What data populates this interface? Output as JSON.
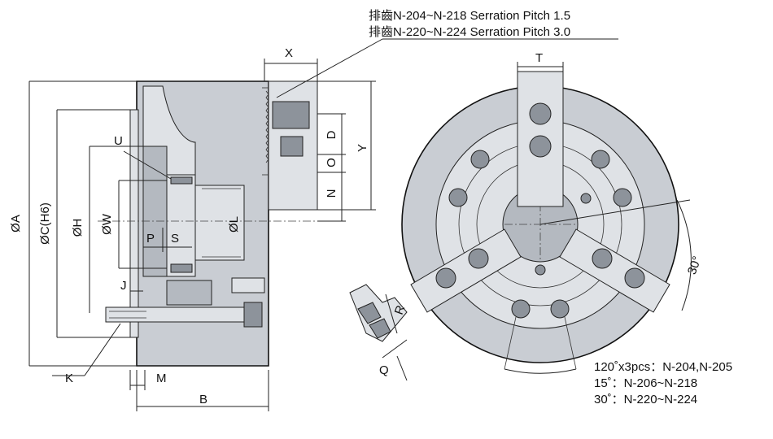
{
  "notes": {
    "serration_line1": "排齒N-204~N-218 Serration Pitch 1.5",
    "serration_line2": "排齒N-220~N-224 Serration Pitch 3.0",
    "bolt_line1": "120˚x3pcs：N-204,N-205",
    "bolt_line2": "15˚：N-206~N-218",
    "bolt_line3": "30˚：N-220~N-224"
  },
  "dimensions": {
    "A": "ØA",
    "C": "ØC(H6)",
    "H": "ØH",
    "W": "ØW",
    "L": "ØL",
    "P": "P",
    "S": "S",
    "U": "U",
    "J": "J",
    "K": "K",
    "M": "M",
    "B": "B",
    "X": "X",
    "D": "D",
    "O": "O",
    "N": "N",
    "Y": "Y",
    "T": "T",
    "R": "R",
    "Q": "Q",
    "angle": "30°"
  }
}
